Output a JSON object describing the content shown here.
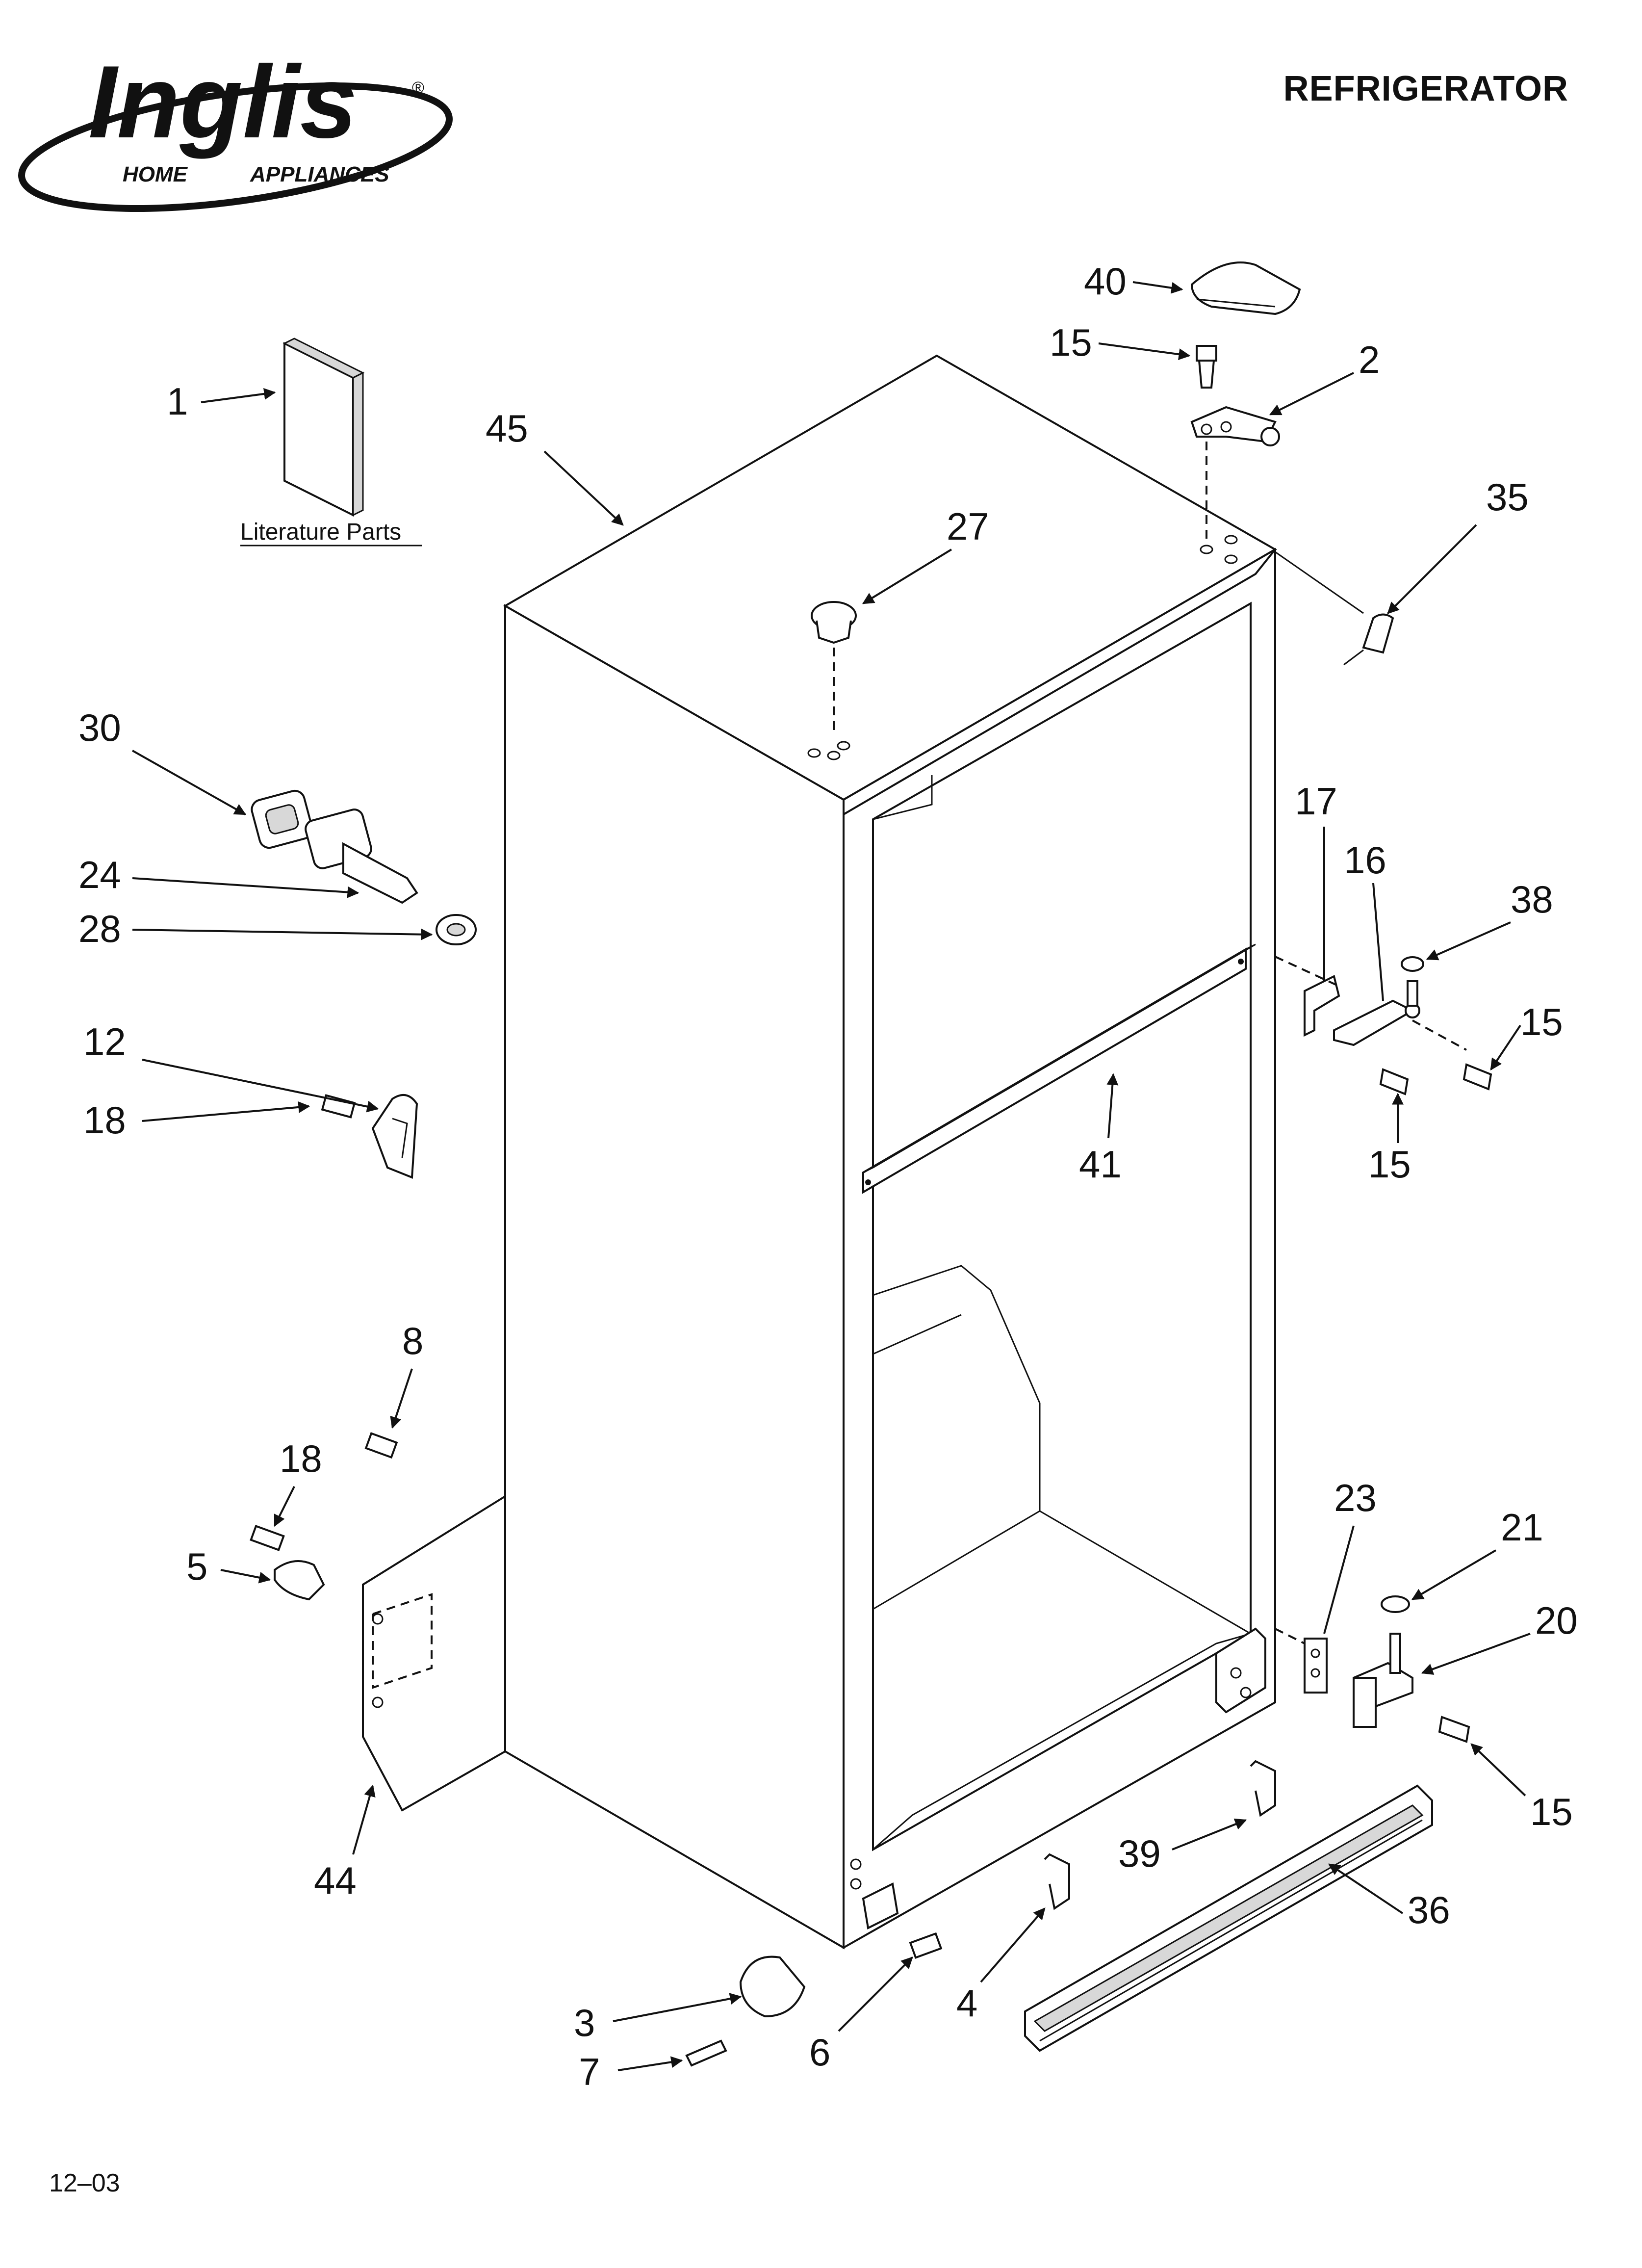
{
  "brand": {
    "logo_text": "Inglis",
    "tagline_left": "HOME",
    "tagline_right": "APPLIANCES",
    "registered_mark": "®"
  },
  "title": "REFRIGERATOR",
  "literature_label": "Literature Parts",
  "footer_code": "12–03",
  "callouts": [
    "1",
    "45",
    "27",
    "40",
    "15",
    "2",
    "35",
    "30",
    "24",
    "28",
    "12",
    "18",
    "17",
    "16",
    "38",
    "15",
    "41",
    "15",
    "8",
    "18",
    "5",
    "44",
    "23",
    "21",
    "20",
    "15",
    "39",
    "36",
    "3",
    "7",
    "6",
    "4"
  ]
}
